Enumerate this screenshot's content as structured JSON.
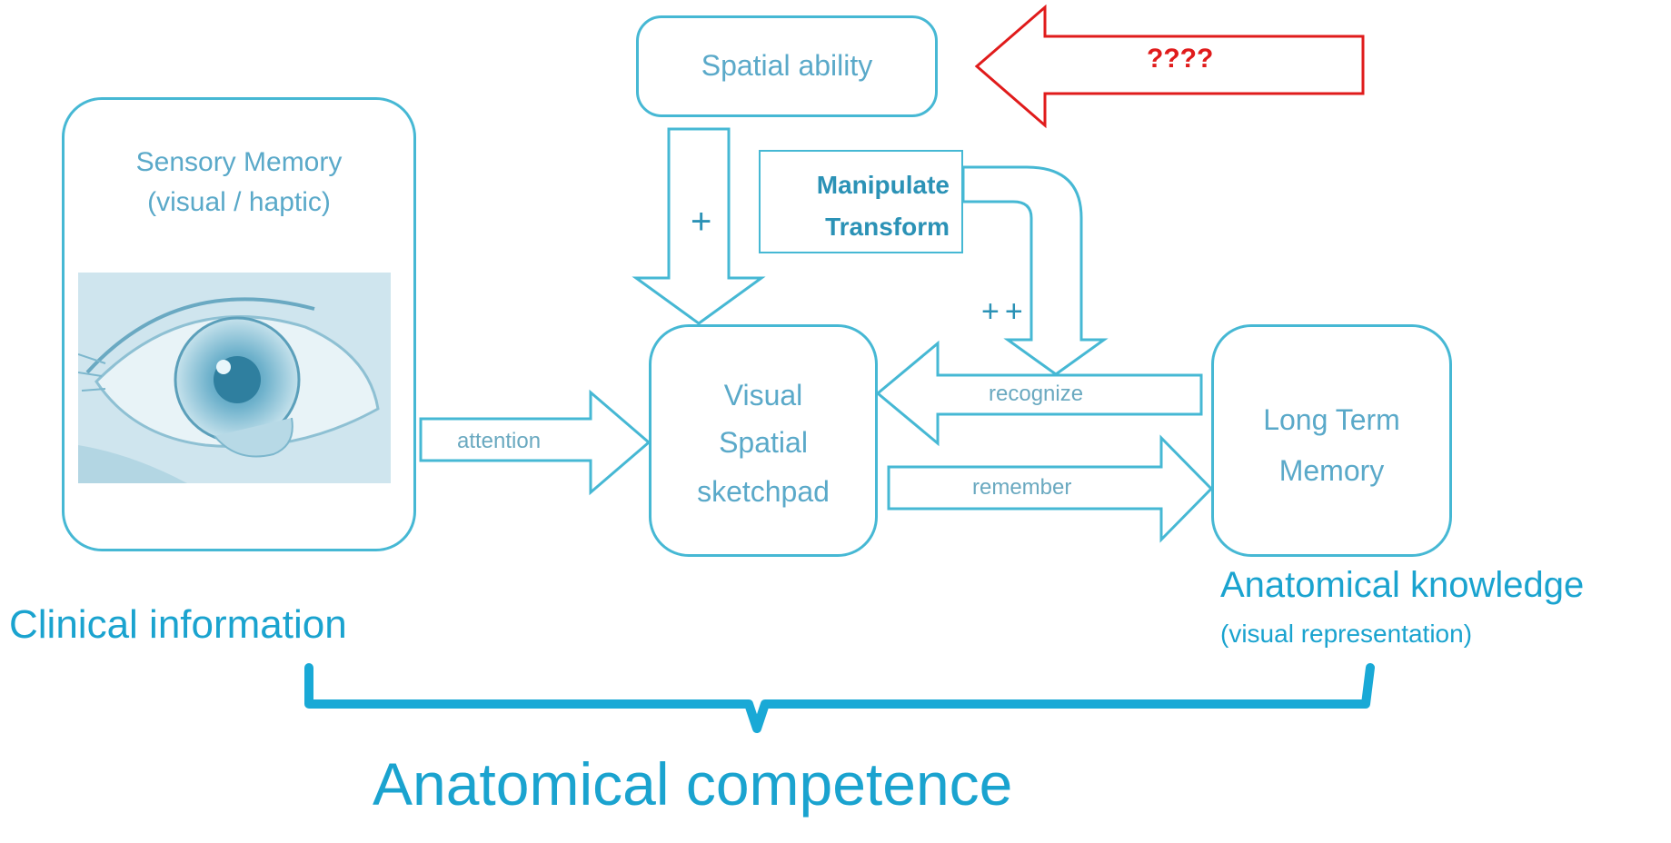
{
  "nodes": {
    "spatial_ability": "Spatial ability",
    "sensory_memory_title": "Sensory Memory",
    "sensory_memory_sub": "(visual / haptic)",
    "manipulate": "Manipulate",
    "transform": "Transform",
    "vss_line1": "Visual",
    "vss_line2": "Spatial",
    "vss_line3": "sketchpad",
    "ltm_line1": "Long Term",
    "ltm_line2": "Memory"
  },
  "arrows": {
    "question": "????",
    "plus": "+",
    "plus_plus": "++",
    "attention": "attention",
    "recognize": "recognize",
    "remember": "remember"
  },
  "captions": {
    "clinical": "Clinical information",
    "anatomical_knowledge": "Anatomical knowledge",
    "visual_representation": "(visual representation)",
    "competence": "Anatomical competence"
  },
  "image": {
    "eye_icon": "eye-illustration-icon"
  },
  "colors": {
    "box_stroke": "#46b8d4",
    "node_text": "#5aa9c9",
    "caption": "#1aa3cf",
    "question_arrow": "#e01b1b",
    "brace": "#19a9d6"
  }
}
